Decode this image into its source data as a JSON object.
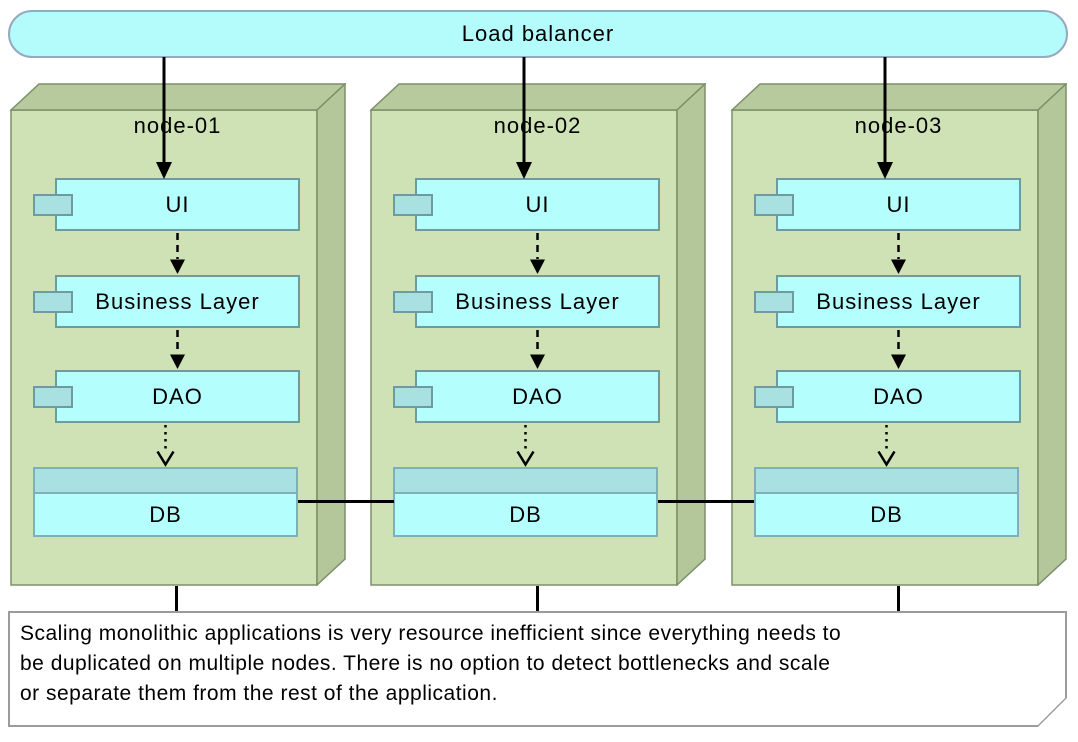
{
  "load_balancer": {
    "label": "Load balancer"
  },
  "nodes": [
    {
      "label": "node-01",
      "components": [
        {
          "label": "UI"
        },
        {
          "label": "Business Layer"
        },
        {
          "label": "DAO"
        }
      ],
      "database": {
        "label": "DB"
      }
    },
    {
      "label": "node-02",
      "components": [
        {
          "label": "UI"
        },
        {
          "label": "Business Layer"
        },
        {
          "label": "DAO"
        }
      ],
      "database": {
        "label": "DB"
      }
    },
    {
      "label": "node-03",
      "components": [
        {
          "label": "UI"
        },
        {
          "label": "Business Layer"
        },
        {
          "label": "DAO"
        }
      ],
      "database": {
        "label": "DB"
      }
    }
  ],
  "note": {
    "lines": [
      "Scaling monolithic applications is very resource inefficient since everything needs to",
      "be duplicated on multiple nodes. There is no option to detect bottlenecks and scale",
      "or separate them from the rest of the application."
    ]
  },
  "colors": {
    "load_balancer_fill": "#B4FBFB",
    "load_balancer_border": "#97A9BE",
    "node_front": "#CEE2B6",
    "node_top": "#B6CA9E",
    "node_side": "#B3C79B",
    "node_border": "#7D8F69",
    "component_fill": "#B5FEFE",
    "component_accent": "#A9E1E3",
    "component_border": "#6E9BA0",
    "db_border": "#7FAFB9",
    "note_border": "#9B9B9B",
    "connector": "#000000"
  }
}
